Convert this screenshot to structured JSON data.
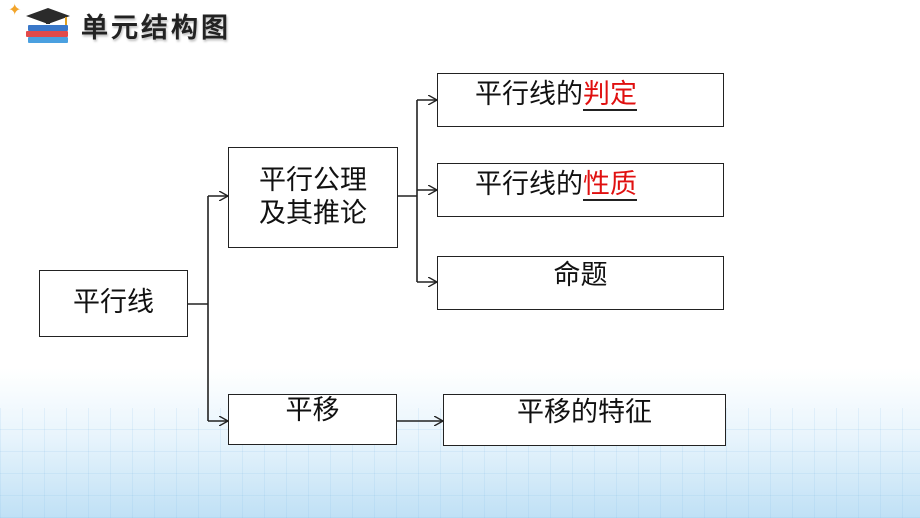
{
  "header": {
    "title": "单元结构图",
    "icon": "books-graduation-cap-icon",
    "sparkle": "sparkle-icon"
  },
  "nodes": {
    "root": "平行线",
    "axiom_line1": "平行公理",
    "axiom_line2": "及其推论",
    "judge_prefix": "平行线的",
    "judge_emph": "判定",
    "prop_prefix": "平行线的",
    "prop_emph": "性质",
    "proposition": "命题",
    "translation": "平移",
    "translation_feature": "平移的特征"
  },
  "colors": {
    "emphasis": "#e01010",
    "border": "#222222"
  }
}
